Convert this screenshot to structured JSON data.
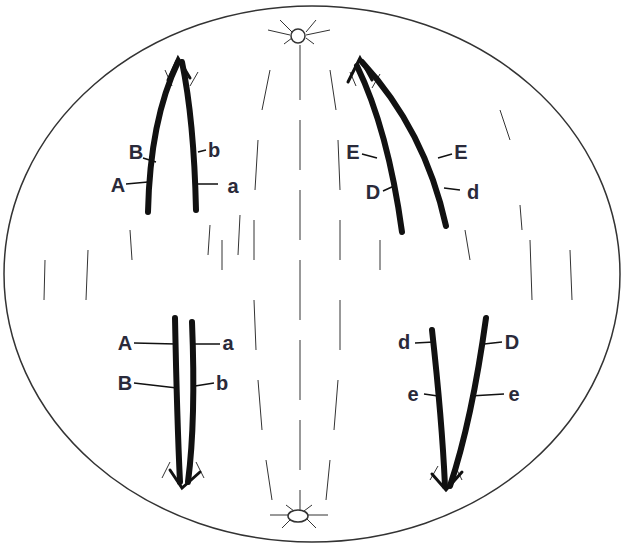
{
  "diagram": {
    "labels": [
      "B",
      "b",
      "A",
      "a",
      "E",
      "E",
      "D",
      "d",
      "A",
      "a",
      "B",
      "b",
      "d",
      "D",
      "e",
      "e"
    ]
  }
}
